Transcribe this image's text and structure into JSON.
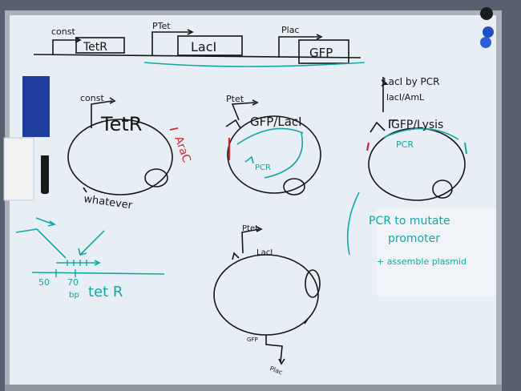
{
  "whiteboard": {
    "colors": {
      "board": "#e7eef6",
      "frame": "#b9bfc8",
      "wall": "#4f5563",
      "ink_black": "#151515",
      "ink_teal": "#14a7a1",
      "ink_red": "#d2262a",
      "marker_blue": "#1e3d9c"
    },
    "top_construct": {
      "label_const": "const",
      "gene_tetr": "TetR",
      "label_ptet": "PTet",
      "gene_laci": "LacI",
      "label_plac": "Plac",
      "gene_gfp": "GFP"
    },
    "plasmid_left": {
      "label_const": "const",
      "gene": "TetR",
      "red_note": "AraC",
      "footer": "whatever"
    },
    "plasmid_middle": {
      "label_ptet": "Ptet",
      "genes": "GFP/LacI",
      "pcr": "PCR"
    },
    "plasmid_right": {
      "note1": "LacI by PCR",
      "note2": "lacI/AmL",
      "genes": "GFP/Lysis",
      "pcr": "PCR"
    },
    "promoter_sketch": {
      "label": "tet R",
      "pos1": "50",
      "pos2": "70",
      "unit": "bp"
    },
    "plasmid_bottom": {
      "label_ptet": "Ptet",
      "gene_laci": "LacI",
      "gene_gfp": "GFP",
      "label_plac": "Plac"
    },
    "side_notes": {
      "line1": "PCR to mutate",
      "line2": "promoter",
      "line3": "+ assemble plasmid"
    }
  }
}
